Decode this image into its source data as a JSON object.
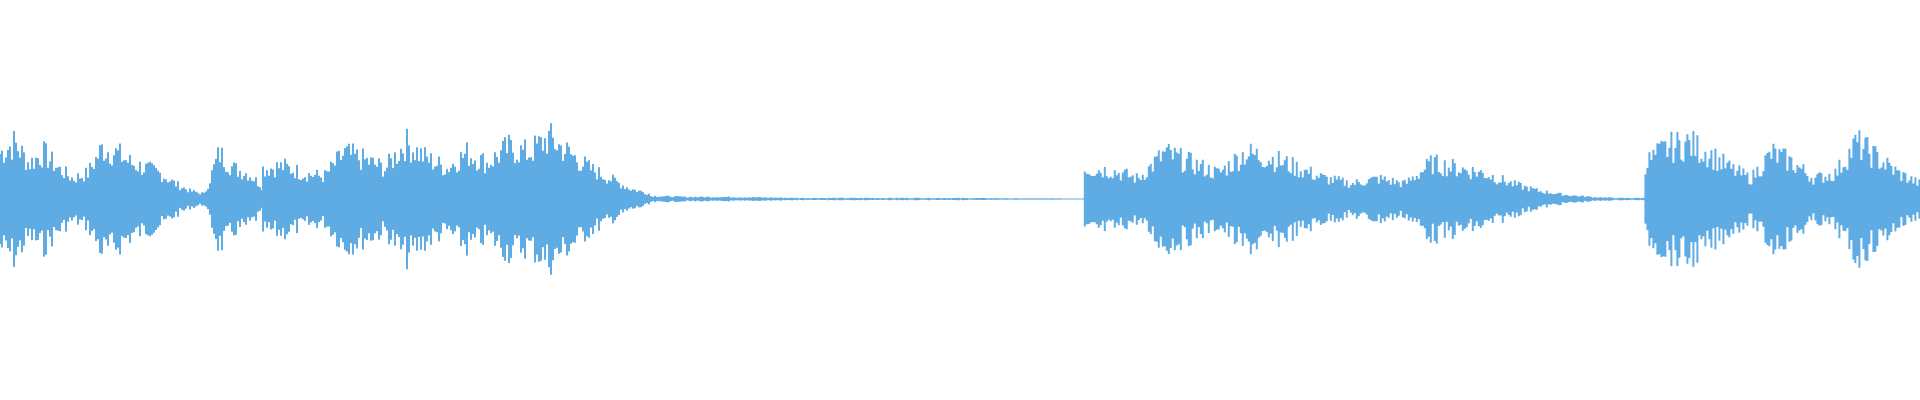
{
  "waveform": {
    "color": "#5fabe3",
    "background": "#ffffff",
    "segments": [
      {
        "start": 0.0,
        "end": 0.137,
        "peaks": [
          0.45,
          0.55,
          0.35,
          0.45,
          0.3,
          0.2,
          0.25,
          0.5,
          0.45,
          0.35,
          0.3,
          0.25,
          0.15,
          0.08,
          0.05,
          0.45,
          0.3,
          0.25,
          0.12
        ]
      },
      {
        "start": 0.137,
        "end": 0.339,
        "peaks": [
          0.3,
          0.32,
          0.25,
          0.22,
          0.45,
          0.38,
          0.3,
          0.55,
          0.4,
          0.3,
          0.45,
          0.35,
          0.5,
          0.45,
          0.6,
          0.45,
          0.3,
          0.2,
          0.1,
          0.05
        ]
      },
      {
        "start": 0.339,
        "end": 0.553,
        "peaks": [
          0.03,
          0.02,
          0.02,
          0.015,
          0.01,
          0.01,
          0.01,
          0.01,
          0.01,
          0.008,
          0.005,
          0.005
        ]
      },
      {
        "start": 0.565,
        "end": 0.857,
        "peaks": [
          0.3,
          0.28,
          0.2,
          0.45,
          0.35,
          0.25,
          0.45,
          0.4,
          0.3,
          0.2,
          0.15,
          0.2,
          0.15,
          0.35,
          0.3,
          0.25,
          0.15,
          0.08,
          0.04,
          0.02,
          0.01,
          0.01
        ]
      },
      {
        "start": 0.857,
        "end": 1.0,
        "peaks": [
          0.35,
          0.5,
          0.55,
          0.45,
          0.3,
          0.2,
          0.45,
          0.35,
          0.2,
          0.25,
          0.55,
          0.4,
          0.25,
          0.15
        ]
      }
    ]
  }
}
